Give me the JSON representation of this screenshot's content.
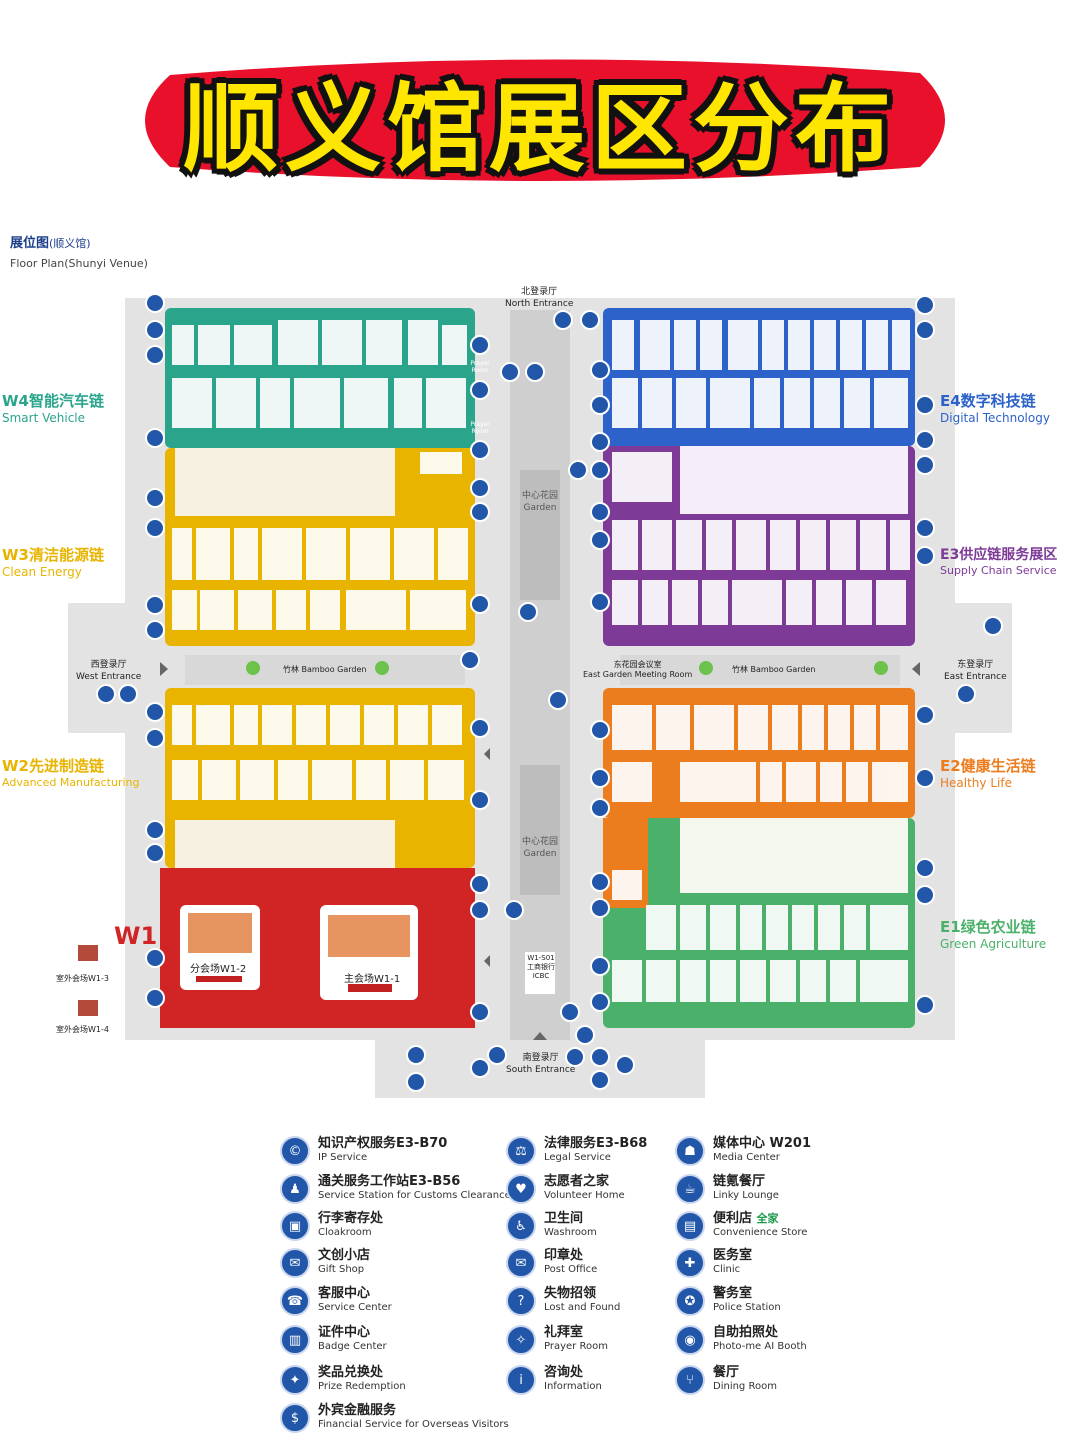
{
  "title": "顺义馆展区分布",
  "floor_plan": {
    "title_cn": "展位图",
    "title_cn_paren": "(顺义馆)",
    "title_en": "Floor Plan(Shunyi Venue)"
  },
  "zones": [
    {
      "id": "W4",
      "cn": "W4智能汽车链",
      "en": "Smart Vehicle",
      "color": "#2aa58c"
    },
    {
      "id": "W3",
      "cn": "W3清洁能源链",
      "en": "Clean Energy",
      "color": "#e8b400"
    },
    {
      "id": "W2",
      "cn": "W2先进制造链",
      "en": "Advanced Manufacturing",
      "color": "#e8b400"
    },
    {
      "id": "W1",
      "cn": "W1",
      "en": "",
      "color": "#d12424"
    },
    {
      "id": "E4",
      "cn": "E4数字科技链",
      "en": "Digital Technology",
      "color": "#2c62c9"
    },
    {
      "id": "E3",
      "cn": "E3供应链服务展区",
      "en": "Supply Chain Service",
      "color": "#7d3a96"
    },
    {
      "id": "E2",
      "cn": "E2健康生活链",
      "en": "Healthy Life",
      "color": "#ec7d1f"
    },
    {
      "id": "E1",
      "cn": "E1绿色农业链",
      "en": "Green Agriculture",
      "color": "#4bb06a"
    }
  ],
  "entrances": {
    "north": {
      "cn": "北登录厅",
      "en": "North Entrance"
    },
    "south": {
      "cn": "南登录厅",
      "en": "South Entrance"
    },
    "west": {
      "cn": "西登录厅",
      "en": "West Entrance"
    },
    "east": {
      "cn": "东登录厅",
      "en": "East Entrance"
    }
  },
  "map_labels": {
    "garden_top_cn": "中心花园",
    "garden_top_en": "Garden",
    "garden_bottom_cn": "中心花园",
    "garden_bottom_en": "Garden",
    "bamboo_w": "竹林 Bamboo Garden",
    "bamboo_e": "竹林 Bamboo Garden",
    "meeting_cn": "东花园会议室",
    "meeting_en": "East Garden Meeting Room",
    "w1_2": "分会场W1-2",
    "w1_1": "主会场W1-1",
    "outdoor_3": "室外会场W1-3",
    "outdoor_4": "室外会场W1-4",
    "icbc_code": "W1-S01",
    "icbc_cn": "工商银行",
    "icbc_en": "ICBC",
    "prayer_1": "Prayer Room",
    "prayer_2": "Prayer Room"
  },
  "legend": [
    {
      "icon": "©",
      "cn": "知识产权服务E3-B70",
      "en": "IP Service"
    },
    {
      "icon": "⚖",
      "cn": "法律服务E3-B68",
      "en": "Legal Service"
    },
    {
      "icon": "☗",
      "cn": "媒体中心 W201",
      "en": "Media Center"
    },
    {
      "icon": "♟",
      "cn": "通关服务工作站E3-B56",
      "en": "Service Station for Customs Clearance"
    },
    {
      "icon": "♥",
      "cn": "志愿者之家",
      "en": "Volunteer Home"
    },
    {
      "icon": "☕",
      "cn": "链氪餐厅",
      "en": "Linky Lounge"
    },
    {
      "icon": "▣",
      "cn": "行李寄存处",
      "en": "Cloakroom"
    },
    {
      "icon": "♿",
      "cn": "卫生间",
      "en": "Washroom"
    },
    {
      "icon": "▤",
      "cn": "便利店",
      "en": "Convenience Store",
      "brand": "全家"
    },
    {
      "icon": "✉",
      "cn": "文创小店",
      "en": "Gift Shop"
    },
    {
      "icon": "✉",
      "cn": "印章处",
      "en": "Post Office"
    },
    {
      "icon": "✚",
      "cn": "医务室",
      "en": "Clinic"
    },
    {
      "icon": "☎",
      "cn": "客服中心",
      "en": "Service Center"
    },
    {
      "icon": "?",
      "cn": "失物招领",
      "en": "Lost and Found"
    },
    {
      "icon": "✪",
      "cn": "警务室",
      "en": "Police Station"
    },
    {
      "icon": "▥",
      "cn": "证件中心",
      "en": "Badge Center"
    },
    {
      "icon": "✧",
      "cn": "礼拜室",
      "en": "Prayer Room"
    },
    {
      "icon": "◉",
      "cn": "自助拍照处",
      "en": "Photo-me AI Booth"
    },
    {
      "icon": "✦",
      "cn": "奖品兑换处",
      "en": "Prize Redemption"
    },
    {
      "icon": "i",
      "cn": "咨询处",
      "en": "Information"
    },
    {
      "icon": "⑂",
      "cn": "餐厅",
      "en": "Dining Room"
    },
    {
      "icon": "$",
      "cn": "外宾金融服务",
      "en": "Financial Service for Overseas Visitors"
    }
  ]
}
